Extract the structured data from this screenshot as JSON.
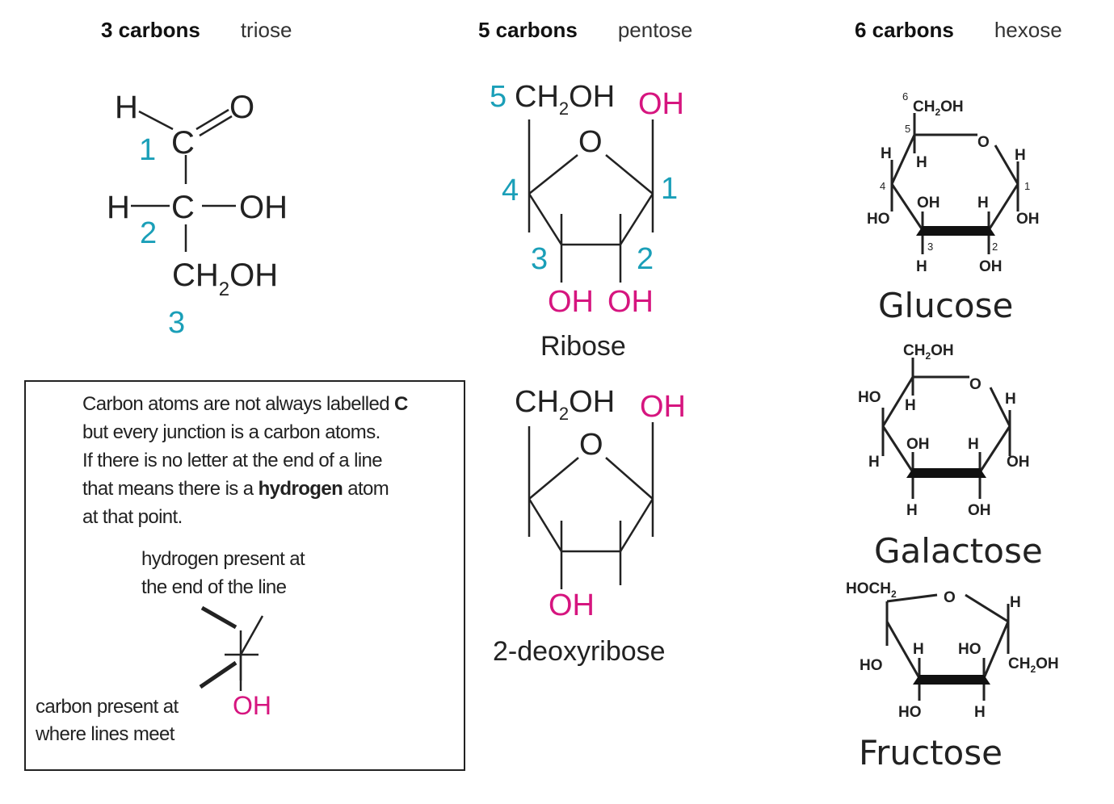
{
  "headers": [
    {
      "count": "3 carbons",
      "name": "triose"
    },
    {
      "count": "5 carbons",
      "name": "pentose"
    },
    {
      "count": "6 carbons",
      "name": "hexose"
    }
  ],
  "triose": {
    "atoms": {
      "h_top": "H",
      "o": "O",
      "c1": "C",
      "h_mid": "H",
      "c2": "C",
      "oh": "OH",
      "ch2oh": "CH",
      "sub2": "2",
      "ch2oh_end": "OH"
    },
    "numbers": [
      "1",
      "2",
      "3"
    ]
  },
  "ribose": {
    "name": "Ribose",
    "ch2oh": "CH",
    "sub2": "2",
    "ch2oh_end": "OH",
    "oh_top": "OH",
    "ring_o": "O",
    "oh3": "OH",
    "oh2": "OH",
    "numbers": [
      "5",
      "4",
      "1",
      "3",
      "2"
    ]
  },
  "deoxyribose": {
    "name": "2-deoxyribose",
    "ch2oh": "CH",
    "sub2": "2",
    "ch2oh_end": "OH",
    "oh_top": "OH",
    "ring_o": "O",
    "oh3": "OH"
  },
  "glucose": {
    "name": "Glucose",
    "labels": {
      "six": "6",
      "ch2oh": "CH",
      "sub": "2",
      "ch2oh_end": "OH",
      "five": "5",
      "o": "O",
      "h5": "H",
      "h4": "H",
      "h1": "H",
      "four": "4",
      "one": "1",
      "ho4": "HO",
      "oh3": "OH",
      "h2": "H",
      "oh1": "OH",
      "three": "3",
      "two": "2",
      "h3": "H",
      "oh2": "OH"
    }
  },
  "galactose": {
    "name": "Galactose",
    "labels": {
      "ch2oh": "CH",
      "sub": "2",
      "ch2oh_end": "OH",
      "o": "O",
      "ho4": "HO",
      "h5": "H",
      "h1": "H",
      "h4": "H",
      "oh3": "OH",
      "h2": "H",
      "oh1": "OH",
      "h3": "H",
      "oh2": "OH"
    }
  },
  "fructose": {
    "name": "Fructose",
    "labels": {
      "hoch": "HOCH",
      "sub": "2",
      "o": "O",
      "h": "H",
      "ho5": "HO",
      "h4": "H",
      "ho3": "HO",
      "ch2oh": "CH",
      "sub2": "2",
      "ch2oh_end": "OH",
      "ho4": "HO",
      "h3": "H"
    }
  },
  "note": {
    "line1": "Carbon atoms are not always labelled ",
    "line1_bold": "C",
    "line2": "but every junction is a carbon atoms.",
    "line3": "If there is no letter at the end of a line",
    "line4a": "that means there is a ",
    "line4_bold": "hydrogen",
    "line4b": " atom",
    "line5": "at that point.",
    "callout_h1": "hydrogen present at",
    "callout_h2": "the end of the line",
    "callout_c1": "carbon present at",
    "callout_c2": "where lines meet",
    "oh": "OH"
  },
  "colors": {
    "number": "#1a9fb8",
    "hydroxyl": "#d6157f",
    "text": "#222222"
  }
}
